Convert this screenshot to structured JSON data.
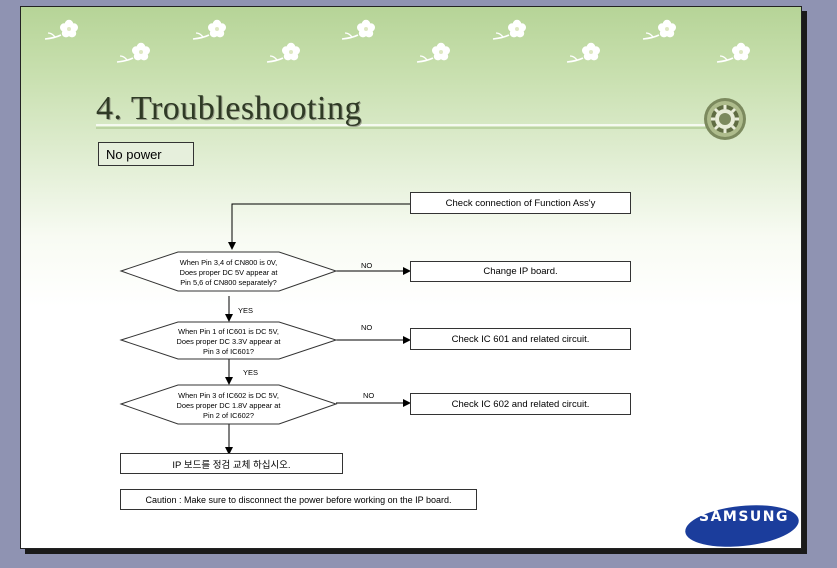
{
  "slide": {
    "title": "4. Troubleshooting",
    "section_label": "No power"
  },
  "flowchart": {
    "start_box": "Check connection of Function Ass'y",
    "decisions": [
      {
        "line1": "When Pin 3,4 of CN800 is 0V,",
        "line2": "Does proper DC 5V appear at",
        "line3": "Pin 5,6 of CN800 separately?",
        "no_label": "NO",
        "no_action": "Change IP board.",
        "yes_label": "YES"
      },
      {
        "line1": "When Pin 1 of IC601 is DC 5V,",
        "line2": "Does proper DC 3.3V appear at",
        "line3": "Pin 3 of IC601?",
        "no_label": "NO",
        "no_action": "Check IC 601 and related circuit.",
        "yes_label": "YES"
      },
      {
        "line1": "When Pin 3 of IC602 is DC 5V,",
        "line2": "Does proper DC 1.8V appear at",
        "line3": "Pin 2 of IC602?",
        "no_label": "NO",
        "no_action": "Check IC 602 and related circuit."
      }
    ],
    "end_box": "IP 보드를 정검 교체 하십시오.",
    "caution": "Caution :  Make sure to disconnect the power before working on the IP board."
  },
  "logo": {
    "brand": "SAMSUNG",
    "color": "#1b3d9c"
  },
  "colors": {
    "title": "#2f3a25",
    "header_green": "#b6d497",
    "page_bg": "#8f93b2"
  },
  "icons": [
    "flower-icon",
    "gear-emblem-icon",
    "samsung-logo-icon"
  ]
}
